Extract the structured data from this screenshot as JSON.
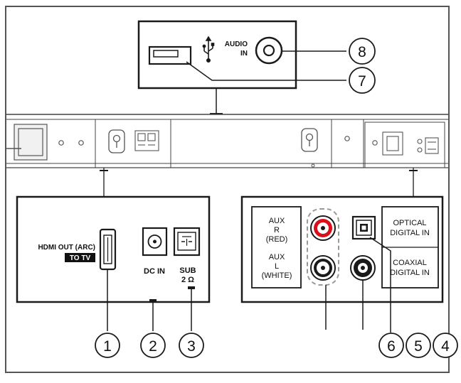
{
  "top_panel": {
    "audio_in_line1": "AUDIO",
    "audio_in_line2": "IN",
    "usb_icon": "usb-icon"
  },
  "left_panel": {
    "hdmi_line1": "HDMI OUT (ARC)",
    "hdmi_line2": "TO TV",
    "dc_in": "DC IN",
    "sub_line1": "SUB",
    "sub_line2": "2 Ω"
  },
  "right_panel": {
    "aux_r_line1": "AUX",
    "aux_r_line2": "R",
    "aux_r_line3": "(RED)",
    "aux_l_line1": "AUX",
    "aux_l_line2": "L",
    "aux_l_line3": "(WHITE)",
    "optical_line1": "OPTICAL",
    "optical_line2": "DIGITAL IN",
    "coaxial_line1": "COAXIAL",
    "coaxial_line2": "DIGITAL IN"
  },
  "callouts": [
    "1",
    "2",
    "3",
    "4",
    "5",
    "6",
    "7",
    "8"
  ],
  "colors": {
    "line": "#1a1a1a",
    "aux_red": "#d9101c",
    "dashed_group": "#999999"
  }
}
